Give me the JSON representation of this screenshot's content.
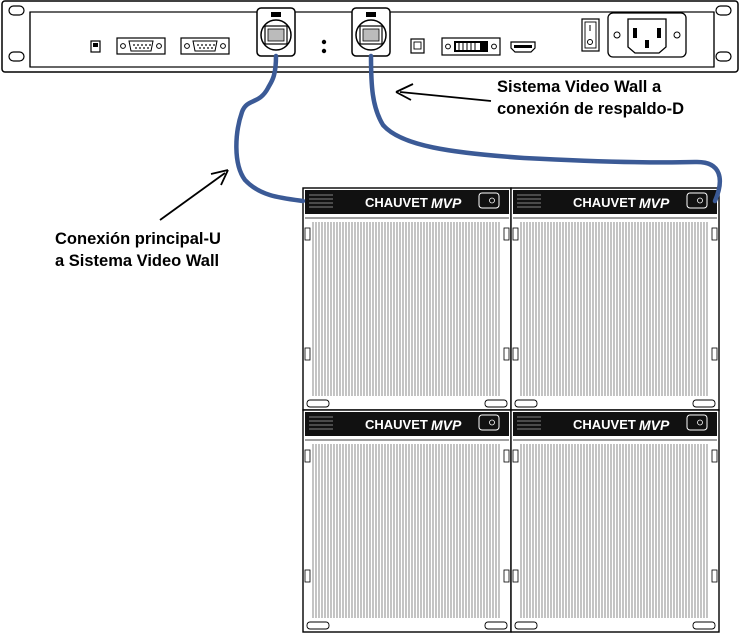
{
  "callouts": {
    "backup_connection": {
      "line1": "Sistema Video Wall a",
      "line2": "conexión de respaldo-D"
    },
    "main_connection": {
      "line1": "Conexión principal-U",
      "line2": "a Sistema Video Wall"
    }
  },
  "panels": [
    {
      "brand": "CHAUVET",
      "model": "MVP"
    },
    {
      "brand": "CHAUVET",
      "model": "MVP"
    },
    {
      "brand": "CHAUVET",
      "model": "MVP"
    },
    {
      "brand": "CHAUVET",
      "model": "MVP"
    }
  ],
  "colors": {
    "cable": "#3b5a96",
    "panel_header": "#111111",
    "outline": "#000000"
  }
}
